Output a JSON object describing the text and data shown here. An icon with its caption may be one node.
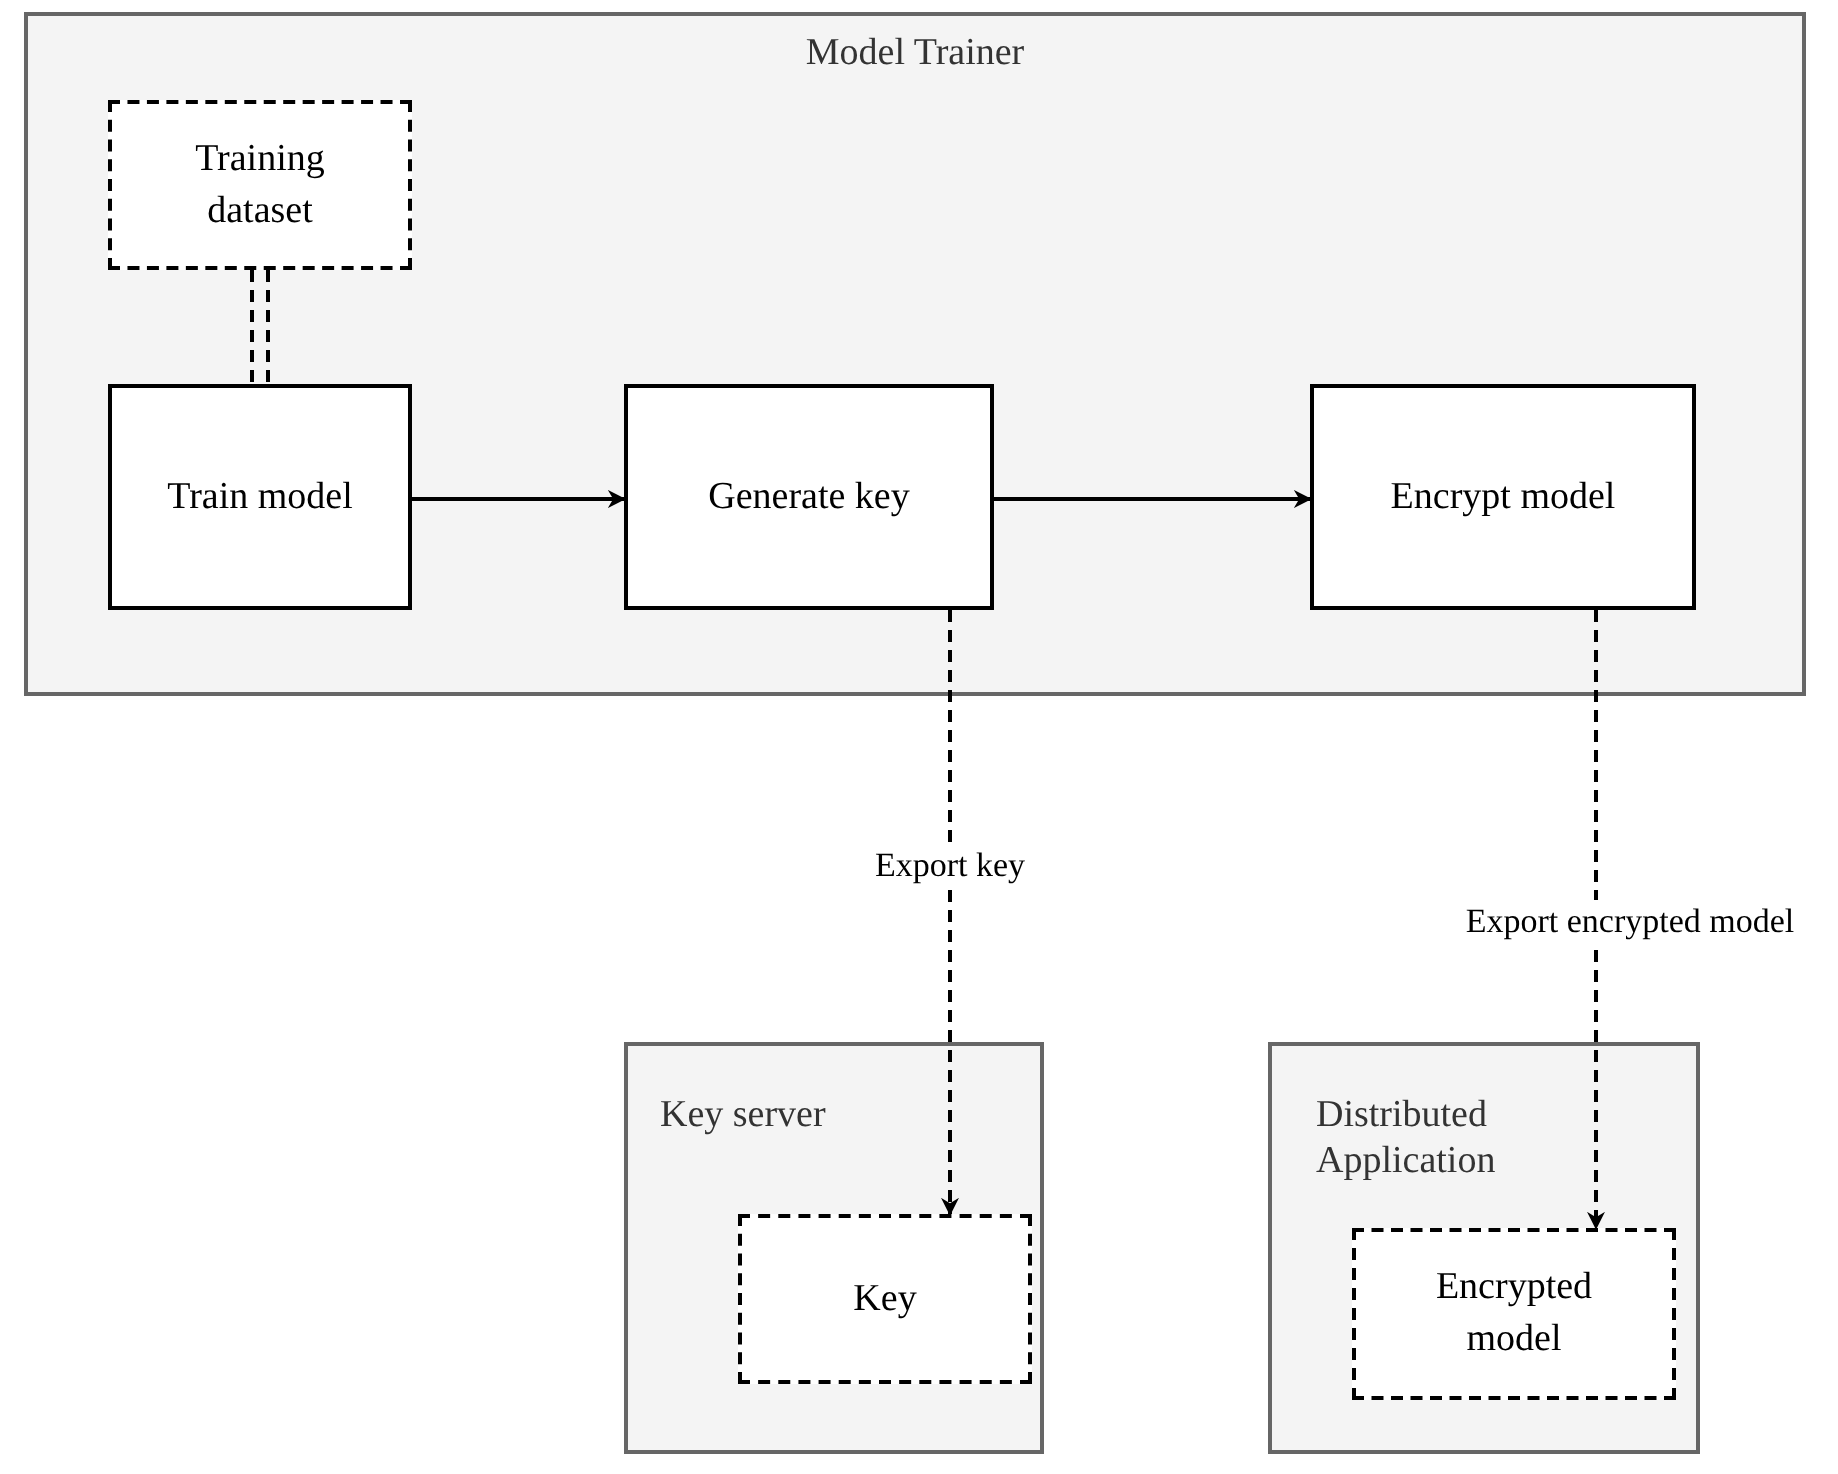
{
  "diagram": {
    "nodes": [
      {
        "text": [
          "Model Trainer"
        ]
      },
      {
        "text": [
          "Training dataset"
        ],
        "in": 0
      },
      {
        "text": [
          "Train model"
        ],
        "in": 0
      },
      {
        "text": [
          "Generate key"
        ],
        "in": 0
      },
      {
        "text": [
          "Encrypt model"
        ],
        "in": 0
      },
      {
        "text": [
          "Key server"
        ]
      },
      {
        "text": [
          "Key"
        ],
        "in": 5
      },
      {
        "text": [
          "Distributed Application"
        ]
      },
      {
        "text": [
          "Encrypted model"
        ],
        "in": 7
      }
    ],
    "edges": [
      {
        "from": 1,
        "to": 2,
        "arrow": "none",
        "style": "dashed"
      },
      {
        "from": 2,
        "to": 3,
        "arrow": "to"
      },
      {
        "from": 3,
        "to": 4,
        "arrow": "to"
      },
      {
        "from": 3,
        "to": 6,
        "arrow": "to",
        "style": "dashed",
        "label": "Export key"
      },
      {
        "from": 4,
        "to": 8,
        "arrow": "to",
        "style": "dashed",
        "label": "Export encrypted model"
      }
    ]
  }
}
